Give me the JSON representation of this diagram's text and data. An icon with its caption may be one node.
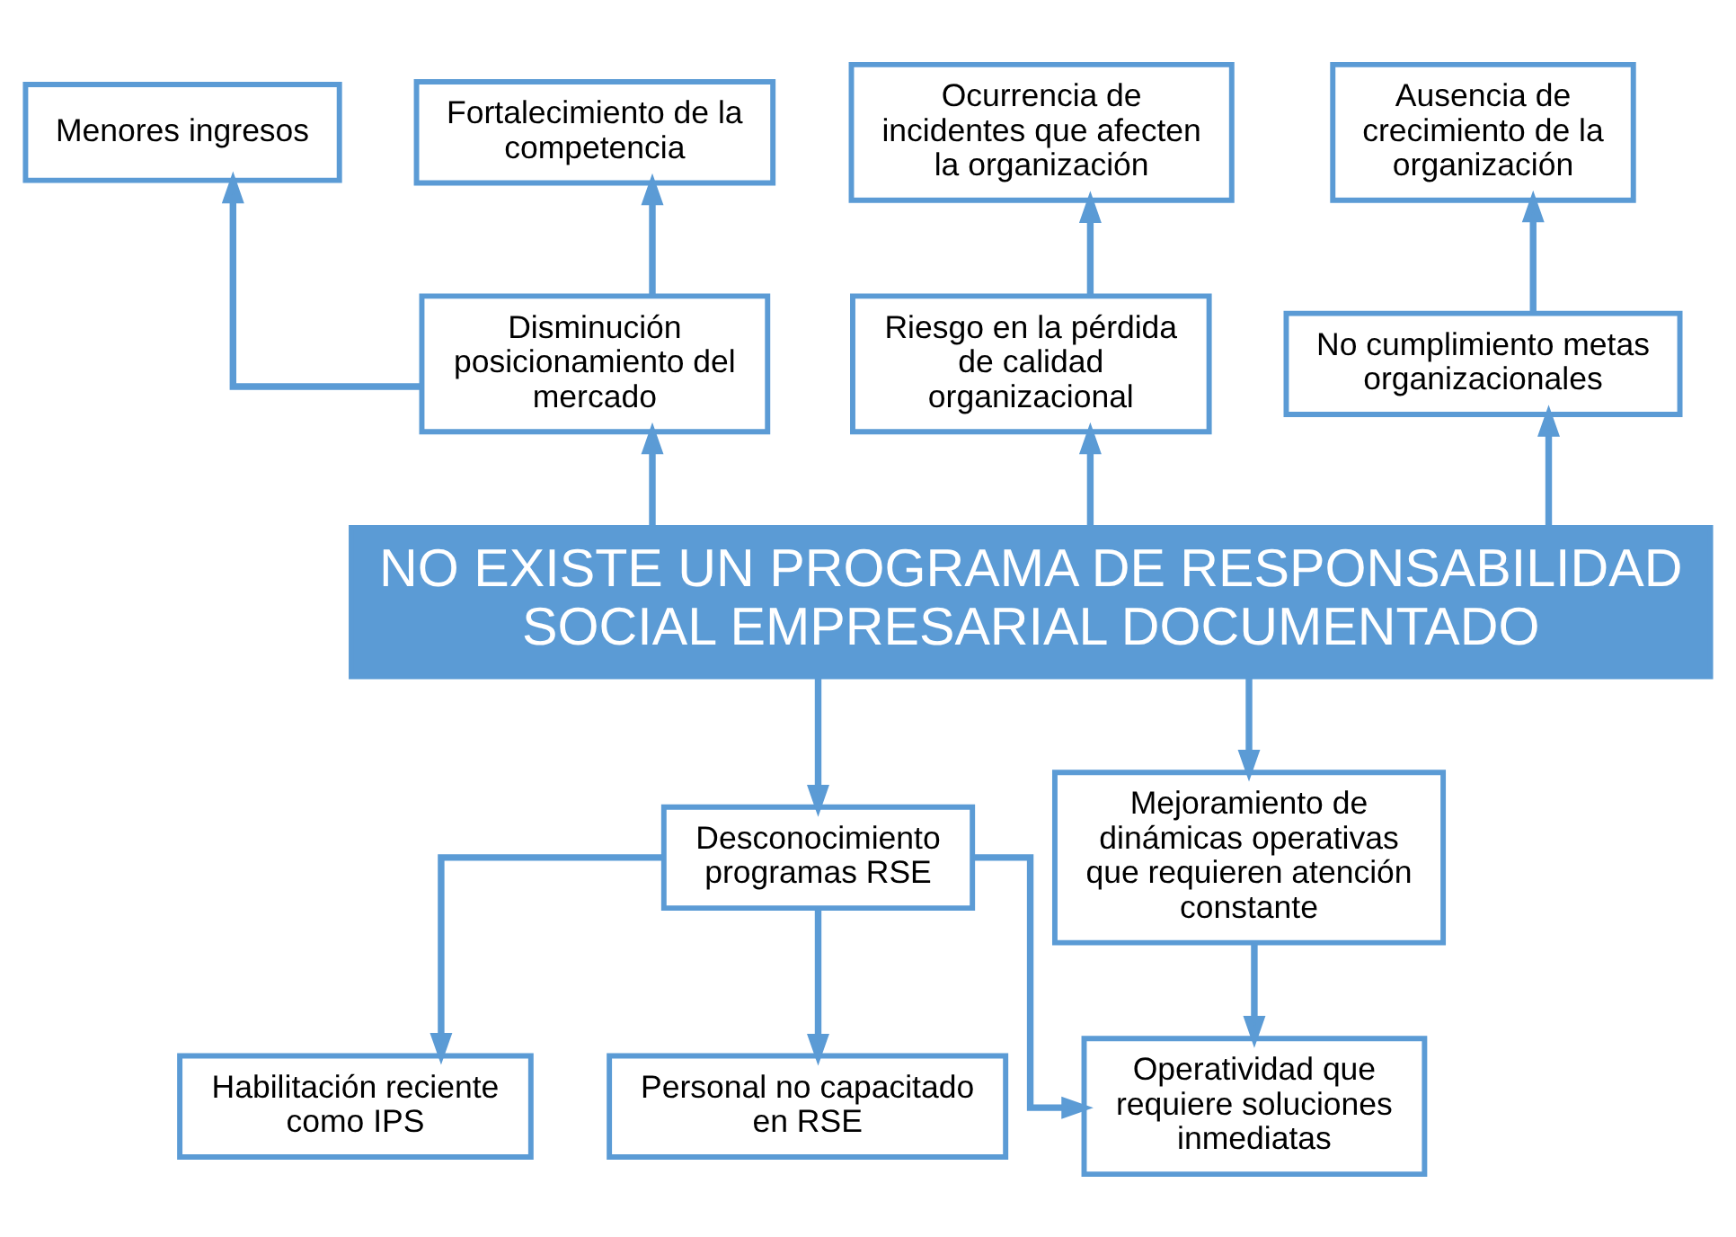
{
  "diagram": {
    "nodes": [
      {
        "text": [
          "Menores ingresos"
        ]
      },
      {
        "text": [
          "Fortalecimiento de la competencia"
        ]
      },
      {
        "text": [
          "Ocurrencia de incidentes que afecten la organización"
        ]
      },
      {
        "text": [
          "Ausencia de crecimiento de la organización"
        ]
      },
      {
        "text": [
          "Disminución posicionamiento del mercado"
        ]
      },
      {
        "text": [
          "Riesgo en la pérdida de calidad organizacional"
        ]
      },
      {
        "text": [
          "No cumplimiento metas organizacionales"
        ]
      },
      {
        "text": [
          "NO EXISTE UN PROGRAMA DE RESPONSABILIDAD SOCIAL EMPRESARIAL DOCUMENTADO"
        ]
      },
      {
        "text": [
          "Desconocimiento programas RSE"
        ]
      },
      {
        "text": [
          "Mejoramiento de dinámicas operativas que requieren atención constante"
        ]
      },
      {
        "text": [
          "Habilitación reciente como IPS"
        ]
      },
      {
        "text": [
          "Personal no capacitado en RSE"
        ]
      },
      {
        "text": [
          "Operatividad que requiere soluciones inmediatas"
        ]
      }
    ],
    "edges": [
      {
        "from": 4,
        "to": 0,
        "arrow": "to"
      },
      {
        "from": 4,
        "to": 1,
        "arrow": "to"
      },
      {
        "from": 5,
        "to": 2,
        "arrow": "to"
      },
      {
        "from": 6,
        "to": 3,
        "arrow": "to"
      },
      {
        "from": 7,
        "to": 4,
        "arrow": "to"
      },
      {
        "from": 7,
        "to": 5,
        "arrow": "to"
      },
      {
        "from": 7,
        "to": 6,
        "arrow": "to"
      },
      {
        "from": 7,
        "to": 8,
        "arrow": "to"
      },
      {
        "from": 7,
        "to": 9,
        "arrow": "to"
      },
      {
        "from": 8,
        "to": 10,
        "arrow": "to"
      },
      {
        "from": 8,
        "to": 11,
        "arrow": "to"
      },
      {
        "from": 8,
        "to": 12,
        "arrow": "to"
      },
      {
        "from": 9,
        "to": 12,
        "arrow": "to"
      }
    ]
  }
}
